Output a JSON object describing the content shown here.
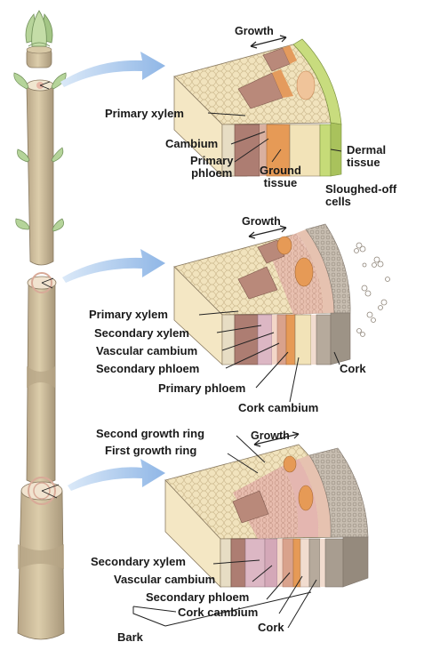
{
  "stage1": {
    "growth": "Growth",
    "primary_xylem": "Primary xylem",
    "cambium": "Cambium",
    "primary_phloem": "Primary\nphloem",
    "ground_tissue": "Ground\ntissue",
    "dermal_tissue": "Dermal\ntissue"
  },
  "stage2": {
    "growth": "Growth",
    "sloughed_off_cells": "Sloughed-off\ncells",
    "primary_xylem": "Primary xylem",
    "secondary_xylem": "Secondary xylem",
    "vascular_cambium": "Vascular cambium",
    "secondary_phloem": "Secondary phloem",
    "primary_phloem": "Primary phloem",
    "cork": "Cork",
    "cork_cambium": "Cork cambium"
  },
  "stage3": {
    "growth": "Growth",
    "second_growth_ring": "Second growth ring",
    "first_growth_ring": "First growth ring",
    "secondary_xylem": "Secondary xylem",
    "vascular_cambium": "Vascular cambium",
    "secondary_phloem": "Secondary phloem",
    "cork_cambium": "Cork cambium",
    "cork": "Cork",
    "bark": "Bark"
  },
  "colors": {
    "stem": "#cdbb98",
    "stem_dark": "#a8977a",
    "arrow": "#9cc0e8",
    "wood": "#eedfb6",
    "xylem": "#b58779",
    "phloem": "#e29a5d",
    "dermal": "#bfd66e",
    "cork": "#b9b0a4",
    "bud": "#a9c98e"
  }
}
